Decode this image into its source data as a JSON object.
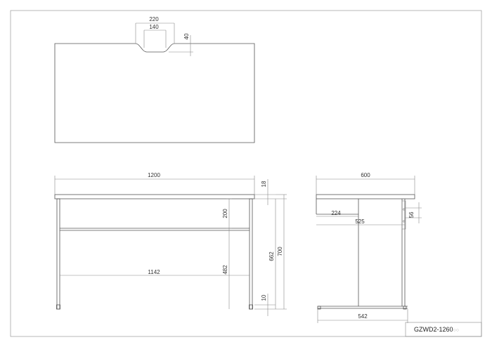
{
  "drawing": {
    "top_view": {
      "notch_outer_width": "220",
      "notch_inner_width": "140",
      "notch_depth": "40"
    },
    "front_view": {
      "overall_width": "1200",
      "inner_width": "1142",
      "top_thickness": "18",
      "upper_gap": "200",
      "lower_height": "482",
      "foot_height": "10",
      "leg_height": "662",
      "overall_height": "700"
    },
    "side_view": {
      "overall_depth": "600",
      "offset_224": "224",
      "offset_525": "525",
      "rail_height": "56",
      "base_depth": "542"
    },
    "model_code": "GZWD2-1260",
    "model_suffix": "○○"
  }
}
